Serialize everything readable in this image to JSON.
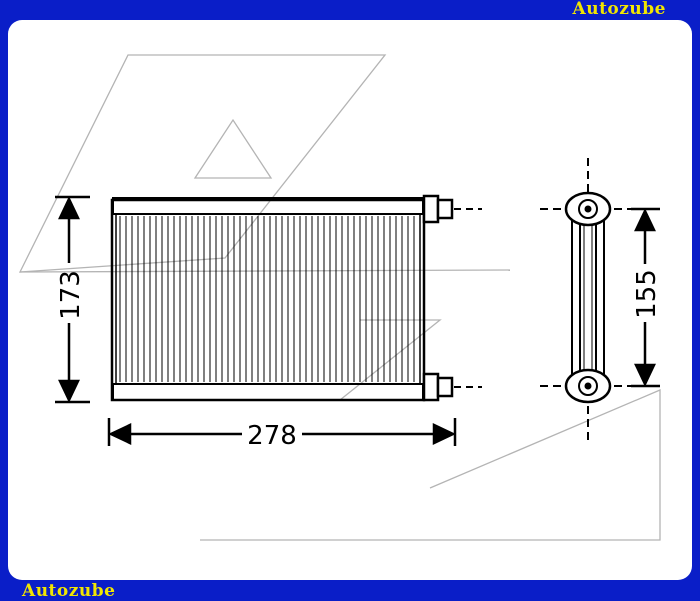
{
  "brand": {
    "top_logo": "Autozube",
    "bottom_logo": "Autozube"
  },
  "drawing": {
    "dimension_height": "173",
    "dimension_width": "278",
    "dimension_side_height": "155"
  },
  "colors": {
    "frame": "#0a1ec8",
    "logo_text": "#f2e600",
    "paper": "#ffffff",
    "line": "#000000",
    "watermark": "#b4b4b4"
  }
}
